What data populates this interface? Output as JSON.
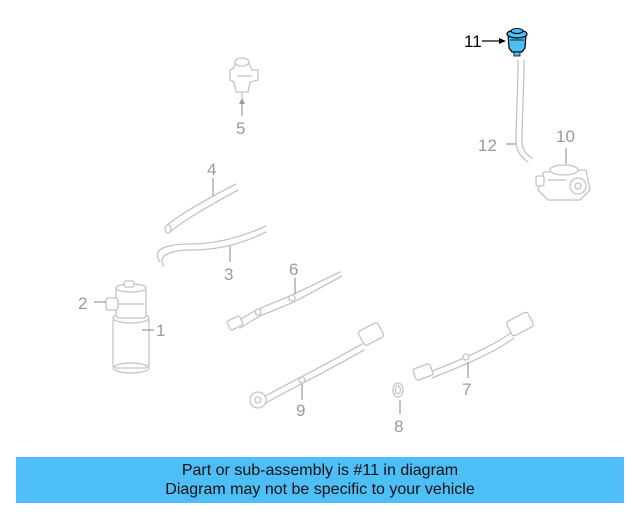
{
  "diagram": {
    "callouts": [
      {
        "id": "1",
        "label": "1"
      },
      {
        "id": "2",
        "label": "2"
      },
      {
        "id": "3",
        "label": "3"
      },
      {
        "id": "4",
        "label": "4"
      },
      {
        "id": "5",
        "label": "5"
      },
      {
        "id": "6",
        "label": "6"
      },
      {
        "id": "7",
        "label": "7"
      },
      {
        "id": "8",
        "label": "8"
      },
      {
        "id": "9",
        "label": "9"
      },
      {
        "id": "10",
        "label": "10"
      },
      {
        "id": "11",
        "label": "11"
      },
      {
        "id": "12",
        "label": "12"
      }
    ],
    "highlighted_part": "11",
    "highlight_color": "#4dbef6",
    "ghost_color": "#c4c4c4"
  },
  "banner": {
    "line1": "Part or sub-assembly is #11 in diagram",
    "line2": "Diagram may not be specific to your vehicle",
    "background": "#4dbef6"
  }
}
